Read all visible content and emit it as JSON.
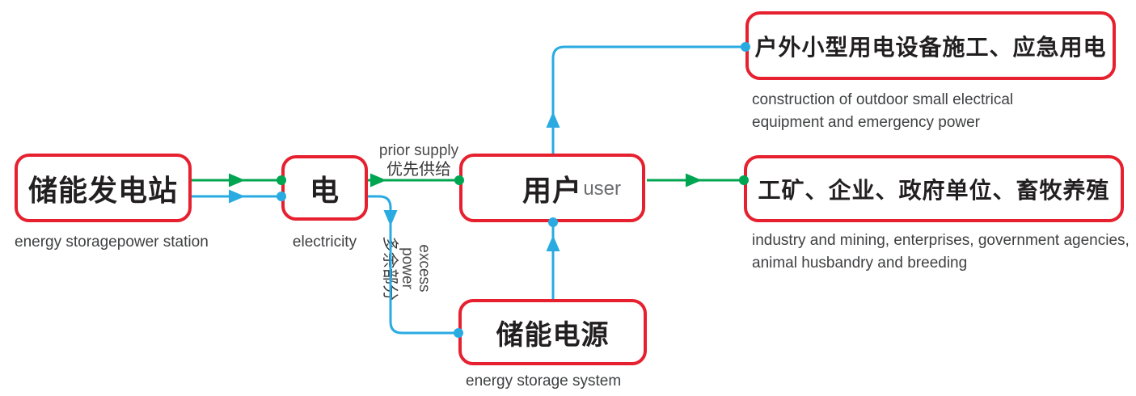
{
  "colors": {
    "red": "#e6202e",
    "green": "#00a551",
    "blue": "#29abe2",
    "ink": "#221f20",
    "caption": "#3f4042",
    "muted": "#6d6e71"
  },
  "nodes": {
    "station": {
      "label": "储能发电站",
      "caption": "energy storagepower station"
    },
    "electricity": {
      "label": "电",
      "caption": "electricity"
    },
    "user": {
      "label": "用户",
      "sublabel": "user"
    },
    "storage": {
      "label": "储能电源",
      "caption": "energy storage system"
    },
    "outdoor": {
      "label": "户外小型用电设备施工、应急用电",
      "caption": "construction of outdoor small electrical equipment and emergency power"
    },
    "industry": {
      "label": "工矿、企业、政府单位、畜牧养殖",
      "caption": "industry and mining, enterprises, government agencies, animal husbandry and breeding"
    }
  },
  "edge_labels": {
    "prior_supply": {
      "en": "prior supply",
      "zh": "优先供给"
    },
    "excess_power": {
      "en": "excess power",
      "zh": "多余部分"
    }
  }
}
